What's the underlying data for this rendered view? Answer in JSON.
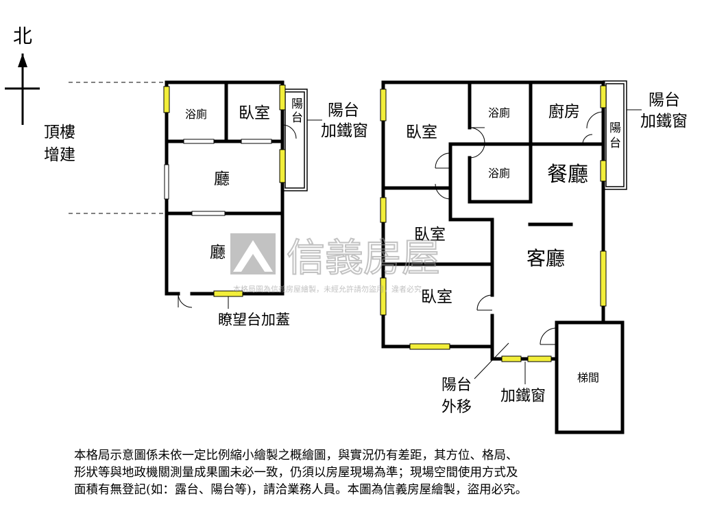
{
  "compass": {
    "north": "北"
  },
  "rooftop": {
    "note_line1": "頂樓",
    "note_line2": "增建",
    "bath": "浴廁",
    "bedroom": "臥室",
    "balcony_l1": "陽",
    "balcony_l2": "台",
    "balcony_window_l1": "陽台",
    "balcony_window_l2": "加鐵窗",
    "hall_upper": "廳",
    "hall_lower": "廳",
    "terrace_note": "瞭望台加蓋"
  },
  "main": {
    "bedroom_nw": "臥室",
    "bath_1": "浴廁",
    "bath_2": "浴廁",
    "kitchen": "廚房",
    "dining": "餐廳",
    "balcony_l1": "陽",
    "balcony_l2": "台",
    "balcony_window_l1": "陽台",
    "balcony_window_l2": "加鐵窗",
    "bedroom_mid": "臥室",
    "bedroom_sw": "臥室",
    "living": "客廳",
    "stairwell": "梯間",
    "balcony_moved_l1": "陽台",
    "balcony_moved_l2": "外移",
    "iron_window": "加鐵窗"
  },
  "watermark": {
    "brand": "信義房屋",
    "small": "本格局圖為信義房屋繪製，未經允許請勿盜用，違者必究"
  },
  "disclaimer": {
    "line1": "本格局示意圖係未依一定比例縮小繪製之概繪圖，與實況仍有差距，其方位、格局、",
    "line2": "形狀等與地政機關測量成果圖未必一致，仍須以房屋現場為準；現場空間使用方式及",
    "line3": "面積有無登記(如：露台、陽台等)，請洽業務人員。本圖為信義房屋繪製，盜用必究。"
  },
  "colors": {
    "wall": "#000000",
    "window": "#f2ee3a",
    "watermark": "#9a9a9a"
  }
}
